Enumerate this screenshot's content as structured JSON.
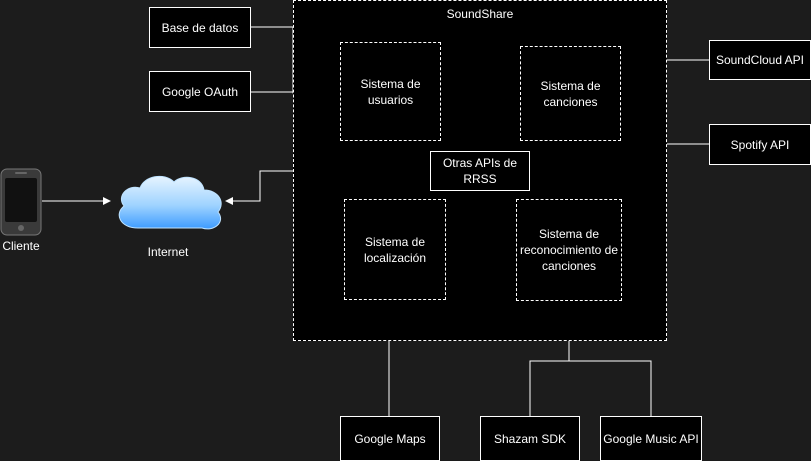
{
  "diagram": {
    "container_title": "SoundShare",
    "inner_modules": {
      "users": "Sistema de usuarios",
      "songs": "Sistema de canciones",
      "rrss": "Otras APIs de RRSS",
      "location": "Sistema de localización",
      "recognition": "Sistema de reconocimiento de canciones"
    },
    "external": {
      "database": "Base de datos",
      "google_oauth": "Google OAuth",
      "soundcloud": "SoundCloud API",
      "spotify": "Spotify API",
      "google_maps": "Google Maps",
      "shazam": "Shazam SDK",
      "google_music": "Google Music API"
    },
    "client_label": "Cliente",
    "internet_label": "Internet"
  }
}
